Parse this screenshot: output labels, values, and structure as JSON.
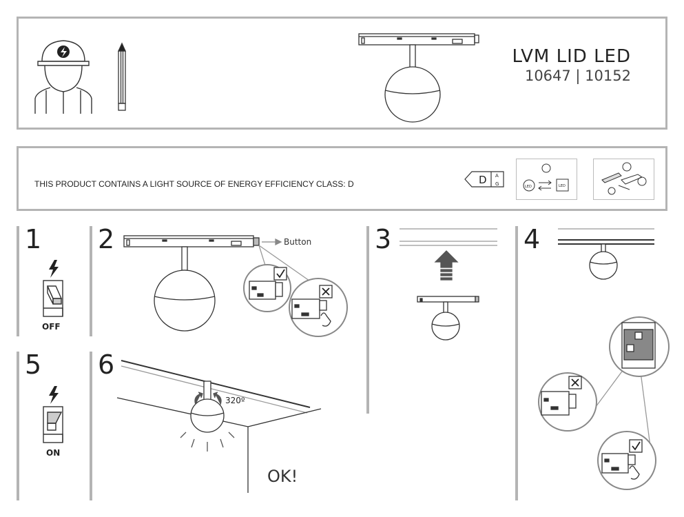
{
  "header": {
    "title": "LVM LID LED",
    "codes": "10647 | 10152"
  },
  "energy": {
    "text": "THIS PRODUCT CONTAINS A LIGHT SOURCE OF ENERGY EFFICIENCY CLASS: D",
    "label_class": "D",
    "label_scale_top": "A",
    "label_scale_bottom": "G",
    "led_icon_text": "LED"
  },
  "steps": {
    "s1": {
      "number": "1",
      "switch_label": "OFF"
    },
    "s2": {
      "number": "2",
      "button_label": "Button"
    },
    "s3": {
      "number": "3"
    },
    "s4": {
      "number": "4"
    },
    "s5": {
      "number": "5",
      "switch_label": "ON"
    },
    "s6": {
      "number": "6",
      "rotation_label": "320º",
      "ok_label": "OK!"
    }
  },
  "icons": {
    "installer": "electrician-helmet-icon",
    "pencil": "pencil-icon",
    "energy_label": "energy-class-label-icon",
    "light_source": "replaceable-light-source-icon",
    "control_gear": "replaceable-control-gear-icon",
    "lightning": "lightning-icon",
    "check": "check-icon",
    "cross": "cross-icon"
  }
}
